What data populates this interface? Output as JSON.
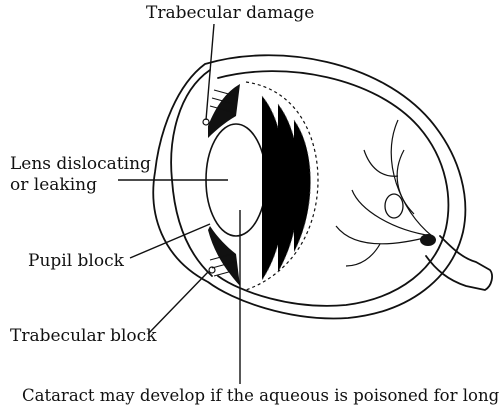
{
  "labels": {
    "trabecular_damage": "Trabecular damage",
    "lens_line1": "Lens dislocating",
    "lens_line2": "or leaking",
    "pupil_block": "Pupil block",
    "trabecular_block": "Trabecular block",
    "cataract": "Cataract may develop if the aqueous is poisoned for long"
  },
  "colors": {
    "ink": "#111111",
    "background": "#ffffff"
  }
}
